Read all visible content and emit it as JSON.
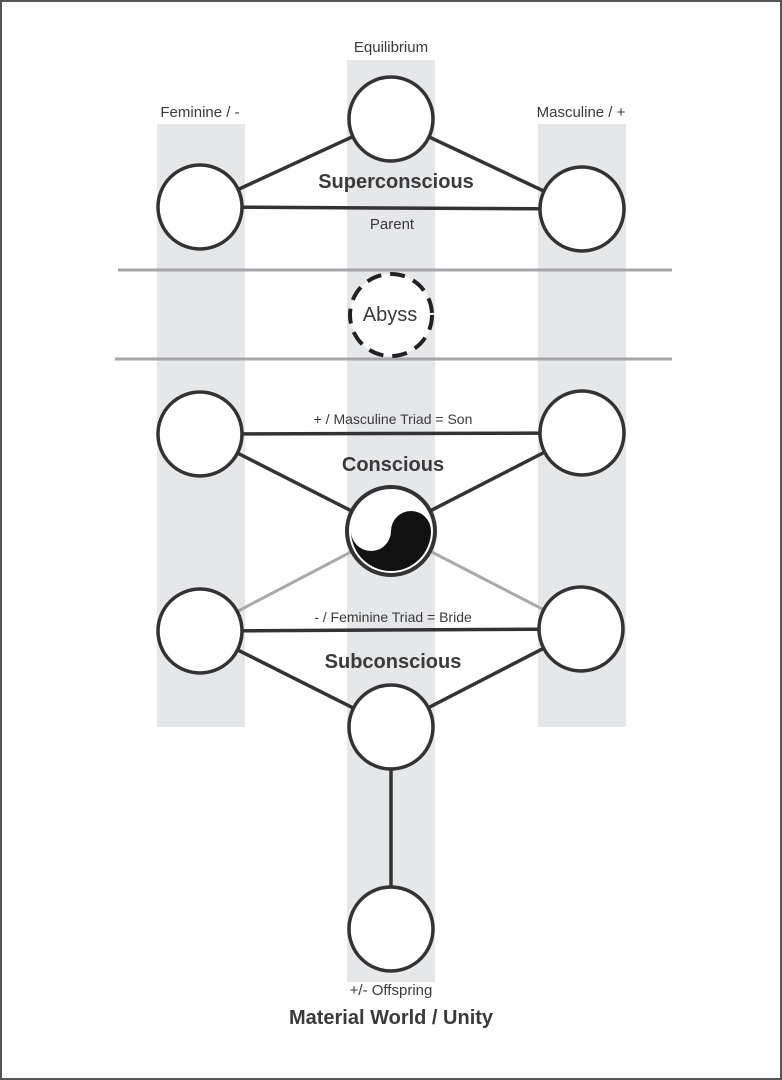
{
  "columns": {
    "left": "Feminine / -",
    "middle": "Equilibrium",
    "right": "Masculine / +"
  },
  "triads": {
    "superconscious": "Superconscious",
    "parent": "Parent",
    "conscious": "Conscious",
    "masculine_triad": "+ / Masculine Triad = Son",
    "subconscious": "Subconscious",
    "feminine_triad": "- / Feminine Triad = Bride"
  },
  "abyss": "Abyss",
  "bottom": {
    "offspring": "+/- Offspring",
    "title": "Material World / Unity"
  },
  "icons": {
    "center": "yin-yang-icon"
  },
  "colors": {
    "column_fill": "#e6e7e9",
    "stroke": "#333333",
    "abyss_line": "#a7a5aa",
    "faint_line": "#a9a9a9",
    "border": "#555555"
  }
}
